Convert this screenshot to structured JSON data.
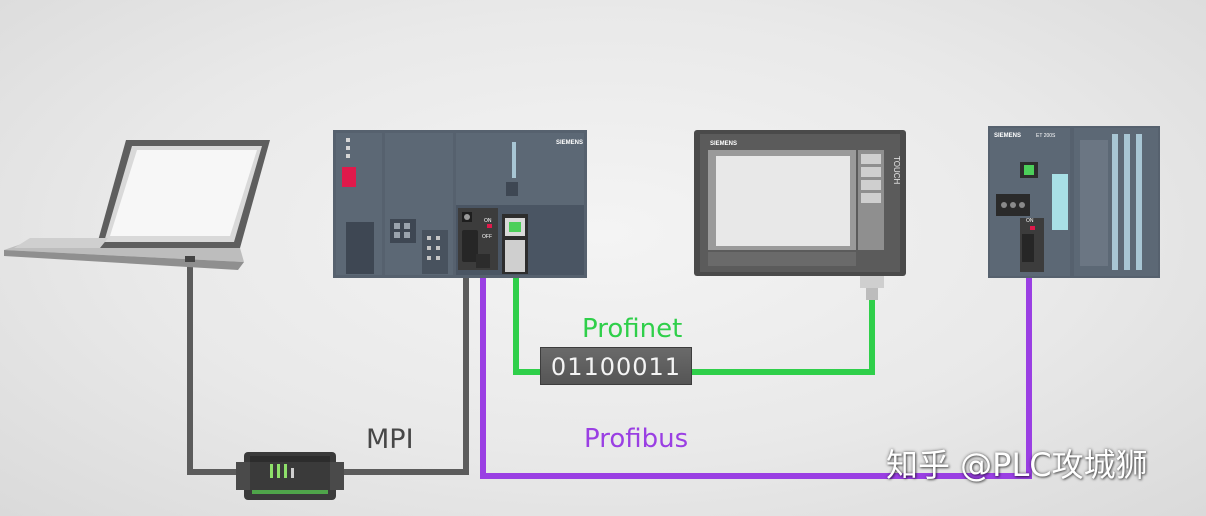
{
  "labels": {
    "mpi": "MPI",
    "profinet": "Profinet",
    "profibus": "Profibus",
    "data_bits": "01100011",
    "hmi_brand": "SIEMENS",
    "hmi_touch": "TOUCH",
    "plc_brand": "SIEMENS",
    "et_brand": "SIEMENS",
    "et_model": "ET 200S",
    "switch_on": "ON",
    "switch_off": "OFF"
  },
  "watermark": "知乎 @PLC攻城狮",
  "colors": {
    "mpi_cable": "#5c5c5c",
    "profinet_cable": "#2fcf4a",
    "profibus_cable": "#9a3fe3",
    "device_body": "#56616e",
    "plc_module_dark": "#4a5563"
  }
}
